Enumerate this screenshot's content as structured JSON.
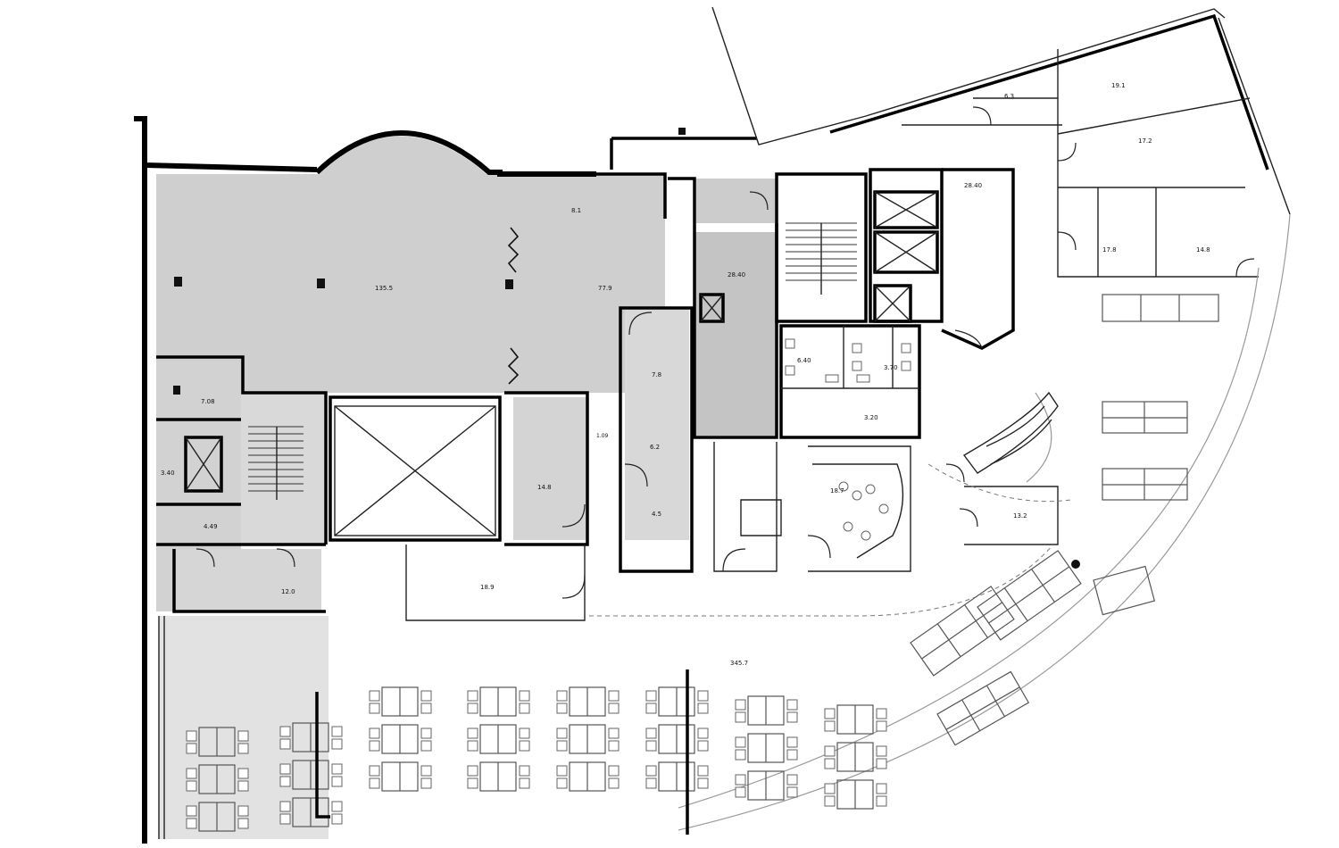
{
  "colors": {
    "wall": "#000000",
    "room_fill": "#cfcfcf",
    "room_fill_light": "#dedede",
    "background": "#ffffff",
    "furniture": "#666666"
  },
  "labels": {
    "r_main_area": "135.5",
    "r_open_space": "345.7",
    "r_center_room": "77.9",
    "r_top_small": "8.1",
    "r_hall_center": "28.40",
    "r_lift_right": "28.40",
    "r_top_right_a": "6.3",
    "r_top_right_b": "19.1",
    "r_top_right_c": "17.2",
    "r_right_mid_a": "17.8",
    "r_right_mid_b": "14.8",
    "r_left_a": "7.08",
    "r_left_b": "3.40",
    "r_left_c": "4.49",
    "r_left_d": "12.0",
    "r_mid_a": "7.8",
    "r_mid_b": "14.8",
    "r_mid_c": "6.2",
    "r_mid_d": "4.5",
    "r_mid_e": "18.9",
    "r_wc_a": "6.40",
    "r_wc_b": "3.70",
    "r_wc_c": "3.20",
    "r_lounge": "18.7",
    "r_meeting_right": "13.2",
    "r_small_center": "1.09"
  }
}
